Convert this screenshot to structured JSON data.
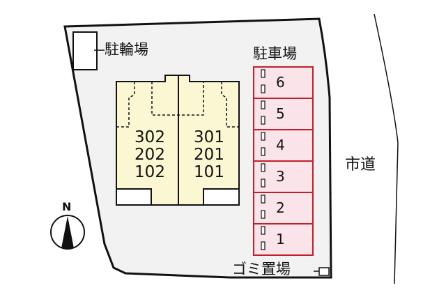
{
  "map": {
    "labels": {
      "bicycle_parking": "駐輪場",
      "car_parking": "駐車場",
      "garbage": "ゴミ置場",
      "road": "市道",
      "north": "N"
    },
    "buildings": [
      {
        "name": "west-unit",
        "rooms": [
          "302",
          "202",
          "102"
        ]
      },
      {
        "name": "east-unit",
        "rooms": [
          "301",
          "201",
          "101"
        ]
      }
    ],
    "parking_spaces": [
      "6",
      "5",
      "4",
      "3",
      "2",
      "1"
    ],
    "colors": {
      "lot_fill": "#f2f2f2",
      "building_fill": "#fbf7d2",
      "parking_fill": "#fbe3ea",
      "parking_border": "#c0202a",
      "outline": "#111111"
    }
  }
}
